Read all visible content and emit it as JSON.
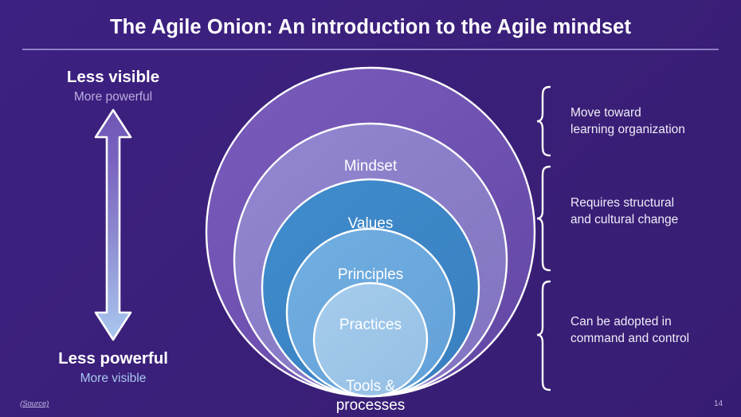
{
  "slide": {
    "title": "The Agile Onion: An introduction to the Agile mindset",
    "background_color": "#3a1f7a",
    "page_number": "14",
    "source_label": "(Source)"
  },
  "axis": {
    "top": {
      "primary": "Less visible",
      "secondary": "More powerful",
      "primary_color": "#ffffff",
      "secondary_color": "#b9aee0"
    },
    "bottom": {
      "primary": "Less powerful",
      "secondary": "More visible",
      "primary_color": "#ffffff",
      "secondary_color": "#a9c8ef"
    },
    "arrow": {
      "icon": "double-headed-vertical-arrow-icon",
      "gradient_top": "#6f56b6",
      "gradient_bottom": "#a9c8ef",
      "outline_color": "#ffffff"
    }
  },
  "onion": {
    "type": "nested-circles",
    "alignment": "bottom-tangent",
    "stroke_color": "#ffffff",
    "layers": [
      {
        "label": "Mindset",
        "color": "#6d51b0",
        "radius": 208,
        "order": 1
      },
      {
        "label": "Values",
        "color": "#8b7cc8",
        "radius": 172,
        "order": 2
      },
      {
        "label": "Principles",
        "color": "#3f87c8",
        "radius": 137,
        "order": 3
      },
      {
        "label": "Practices",
        "color": "#6aa8dd",
        "radius": 106,
        "order": 4
      },
      {
        "label": "Tools &\nprocesses",
        "color": "#9cc5e8",
        "radius": 72,
        "order": 5
      }
    ]
  },
  "annotations": {
    "brace_icon": "curly-brace-icon",
    "items": [
      {
        "text": "Move toward\nlearning organization",
        "covers": [
          "Mindset",
          "Values"
        ]
      },
      {
        "text": "Requires structural\nand cultural change",
        "covers": [
          "Principles"
        ]
      },
      {
        "text": "Can be adopted in\ncommand and control",
        "covers": [
          "Practices",
          "Tools & processes"
        ]
      }
    ]
  }
}
